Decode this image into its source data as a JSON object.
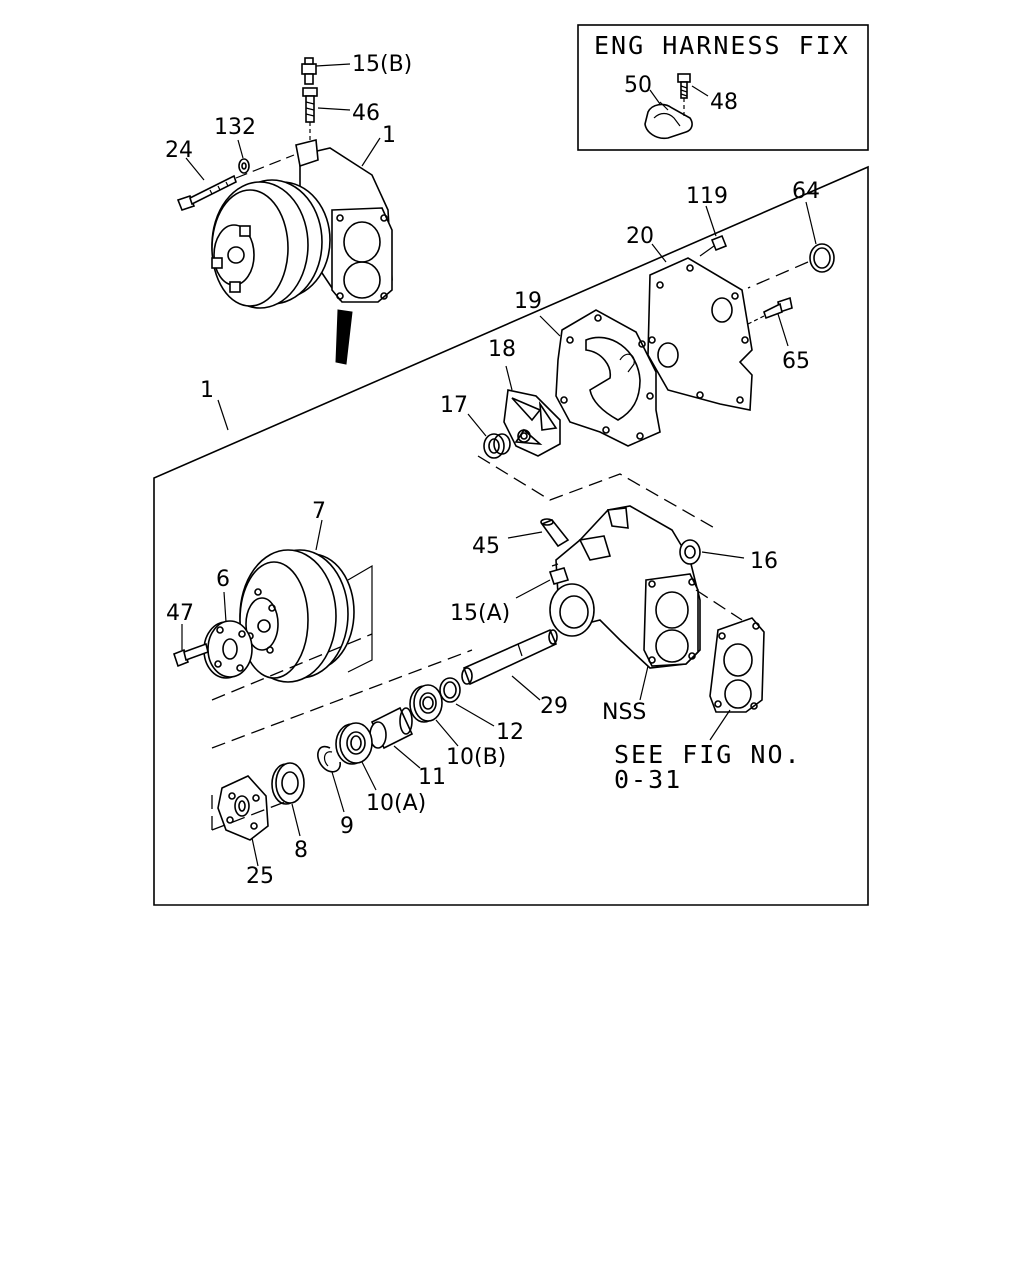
{
  "harness_box": {
    "title": "ENG HARNESS FIX",
    "labels": {
      "p50": "50",
      "p48": "48"
    }
  },
  "labels": {
    "p15b": "15(B)",
    "p46": "46",
    "p132": "132",
    "p24": "24",
    "p1_top": "1",
    "p1_main": "1",
    "p119": "119",
    "p64": "64",
    "p20": "20",
    "p19": "19",
    "p65": "65",
    "p18": "18",
    "p17": "17",
    "p7": "7",
    "p45": "45",
    "p16": "16",
    "p6": "6",
    "p47": "47",
    "p15a": "15(A)",
    "p29": "29",
    "pnss": "NSS",
    "p12": "12",
    "p10b": "10(B)",
    "p11": "11",
    "p10a": "10(A)",
    "p9": "9",
    "p8": "8",
    "p25": "25"
  },
  "note": {
    "line1": "SEE FIG NO.",
    "line2": "0-31"
  }
}
